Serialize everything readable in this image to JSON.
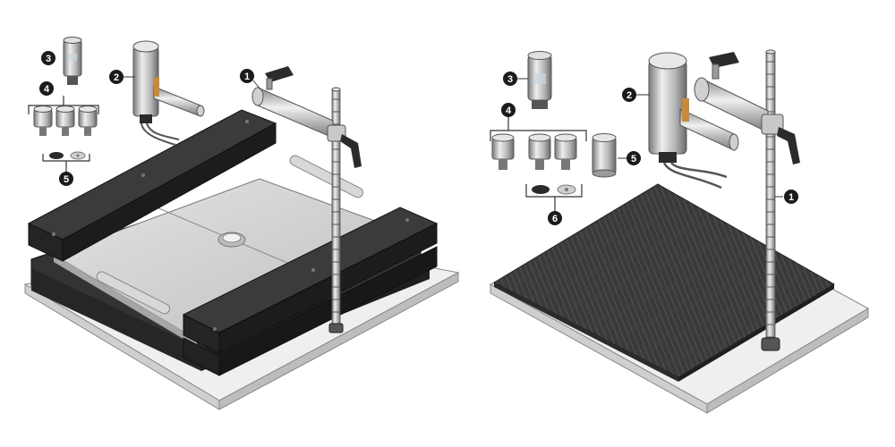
{
  "colors": {
    "badge": "#1b1b1b",
    "badge_text": "#ffffff",
    "dark_part": "#2b2b2b",
    "metal_light": "#d9d9d9",
    "metal_mid": "#a9a9a9",
    "metal_dark": "#6d6d6d",
    "plate": "#cfcfcf",
    "base": "#ececec",
    "mat": "#3c3c3c"
  },
  "left_panel": {
    "callouts": [
      {
        "id": "1",
        "label": "1",
        "part": "stand-pole"
      },
      {
        "id": "2",
        "label": "2",
        "part": "probe-holder"
      },
      {
        "id": "3",
        "label": "3",
        "part": "probe-cup"
      },
      {
        "id": "4",
        "label": "4",
        "part": "adapter-set"
      },
      {
        "id": "5",
        "label": "5",
        "part": "disk-pads"
      }
    ]
  },
  "right_panel": {
    "callouts": [
      {
        "id": "1",
        "label": "1",
        "part": "stand-pole"
      },
      {
        "id": "2",
        "label": "2",
        "part": "probe-holder"
      },
      {
        "id": "3",
        "label": "3",
        "part": "probe-cup"
      },
      {
        "id": "4",
        "label": "4",
        "part": "adapter-set"
      },
      {
        "id": "5",
        "label": "5",
        "part": "single-cup"
      },
      {
        "id": "6",
        "label": "6",
        "part": "disk-pads"
      }
    ]
  }
}
